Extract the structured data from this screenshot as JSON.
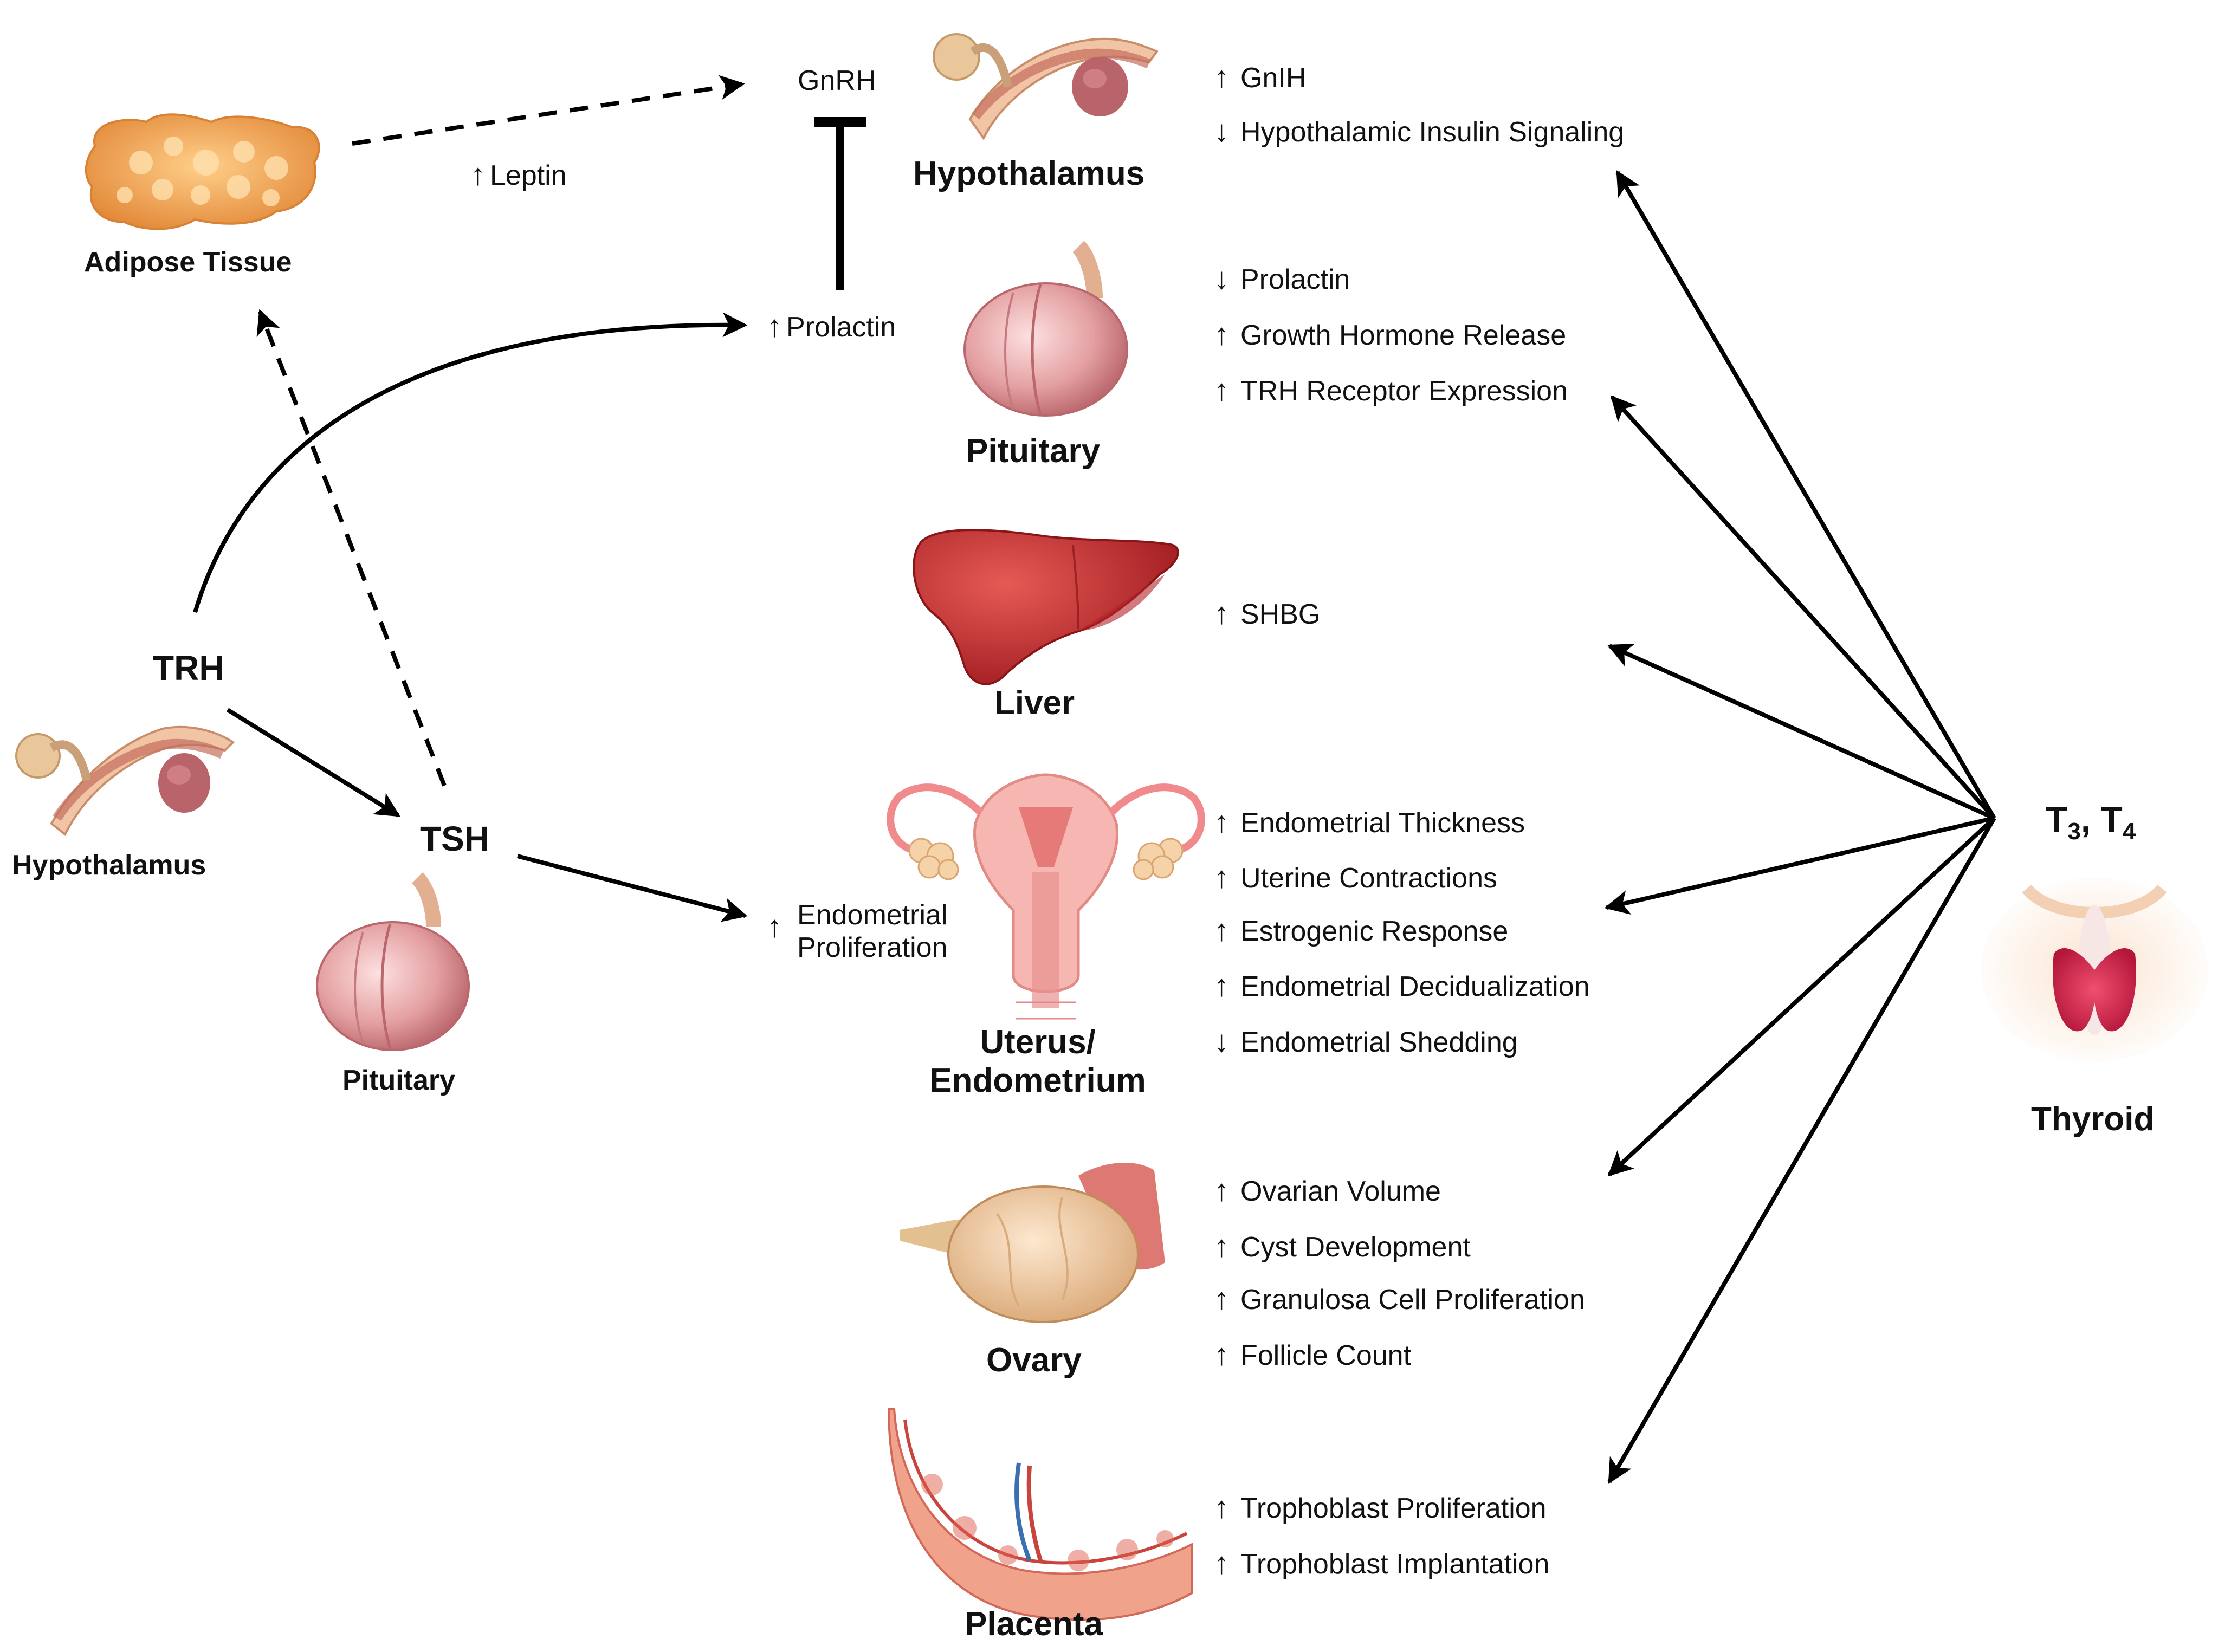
{
  "left": {
    "adipose": {
      "label": "Adipose Tissue"
    },
    "hypothalamus": {
      "label": "Hypothalamus"
    },
    "pituitary": {
      "label": "Pituitary"
    },
    "trh": "TRH",
    "tsh": "TSH",
    "leptin": {
      "direction": "↑",
      "label": "Leptin"
    },
    "gnrh": "GnRH",
    "prolactin": {
      "direction": "↑",
      "label": "Prolactin"
    },
    "endometrial_proliferation": {
      "direction": "↑",
      "line1": "Endometrial",
      "line2": "Proliferation"
    }
  },
  "center": {
    "hypothalamus": {
      "label": "Hypothalamus",
      "effects": [
        {
          "direction": "↑",
          "text": "GnIH"
        },
        {
          "direction": "↓",
          "text": "Hypothalamic Insulin Signaling"
        }
      ]
    },
    "pituitary": {
      "label": "Pituitary",
      "effects": [
        {
          "direction": "↓",
          "text": "Prolactin"
        },
        {
          "direction": "↑",
          "text": "Growth Hormone Release"
        },
        {
          "direction": "↑",
          "text": "TRH Receptor Expression"
        }
      ]
    },
    "liver": {
      "label": "Liver",
      "effects": [
        {
          "direction": "↑",
          "text": "SHBG"
        }
      ]
    },
    "uterus": {
      "label_line1": "Uterus/",
      "label_line2": "Endometrium",
      "effects": [
        {
          "direction": "↑",
          "text": "Endometrial Thickness"
        },
        {
          "direction": "↑",
          "text": "Uterine Contractions"
        },
        {
          "direction": "↑",
          "text": "Estrogenic Response"
        },
        {
          "direction": "↑",
          "text": "Endometrial Decidualization"
        },
        {
          "direction": "↓",
          "text": "Endometrial Shedding"
        }
      ]
    },
    "ovary": {
      "label": "Ovary",
      "effects": [
        {
          "direction": "↑",
          "text": "Ovarian Volume"
        },
        {
          "direction": "↑",
          "text": "Cyst Development"
        },
        {
          "direction": "↑",
          "text": "Granulosa Cell Proliferation"
        },
        {
          "direction": "↑",
          "text": "Follicle Count"
        }
      ]
    },
    "placenta": {
      "label": "Placenta",
      "effects": [
        {
          "direction": "↑",
          "text": "Trophoblast Proliferation"
        },
        {
          "direction": "↑",
          "text": "Trophoblast Implantation"
        }
      ]
    }
  },
  "thyroid": {
    "hormones_t": "T",
    "hormones_sub1": "3",
    "hormones_sep": ", T",
    "hormones_sub2": "4",
    "label": "Thyroid"
  },
  "colors": {
    "arrow": "#000000",
    "organ_flesh": "#e0a98c",
    "adipose": "#f0a24e",
    "pituitary": "#d9898c",
    "liver": "#c4262b",
    "uterus": "#f2a6a6",
    "ovary": "#f3d3ae",
    "thyroid": "#d61f49"
  }
}
